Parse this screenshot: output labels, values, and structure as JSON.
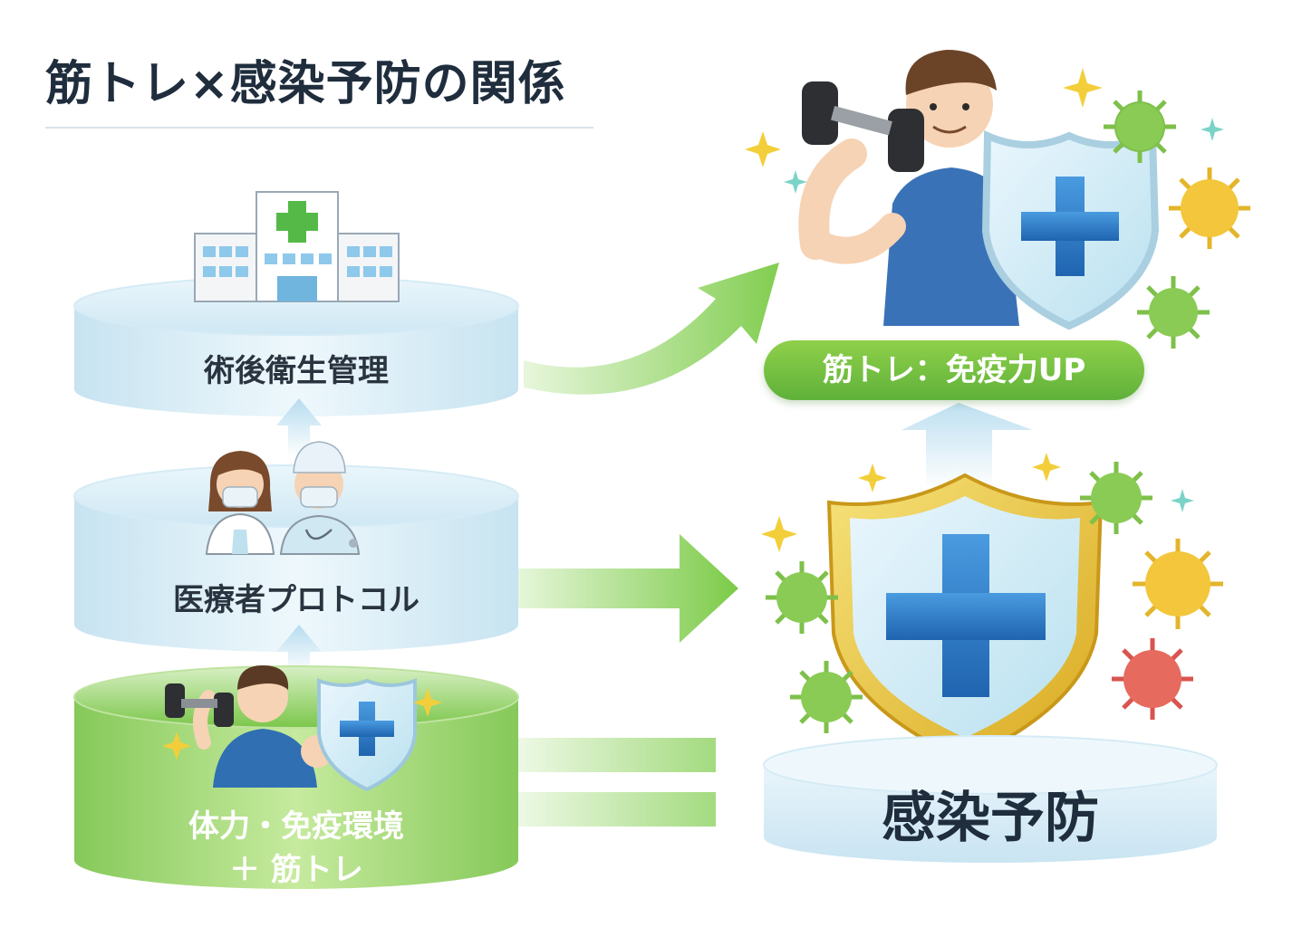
{
  "title": "筋トレ×感染予防の関係",
  "tiers": {
    "top": "術後衛生管理",
    "middle": "医療者プロトコル",
    "bottom_line1": "体力・免疫環境",
    "bottom_line2": "＋ 筋トレ"
  },
  "result_pill": "筋トレ：免疫力UP",
  "result_base": "感染予防",
  "colors": {
    "accent_green": "#6cbf3c",
    "shield_blue": "#2f7cc4",
    "shield_gold": "#e9c23a",
    "platform_blue": "#d8edf7",
    "text_dark": "#1f2d3d"
  },
  "icons": [
    "hospital-icon",
    "nurse-icon",
    "doctor-icon",
    "muscle-man-icon",
    "dumbbell-icon",
    "shield-icon",
    "virus-icon",
    "sparkle-icon",
    "arrow-icon"
  ]
}
